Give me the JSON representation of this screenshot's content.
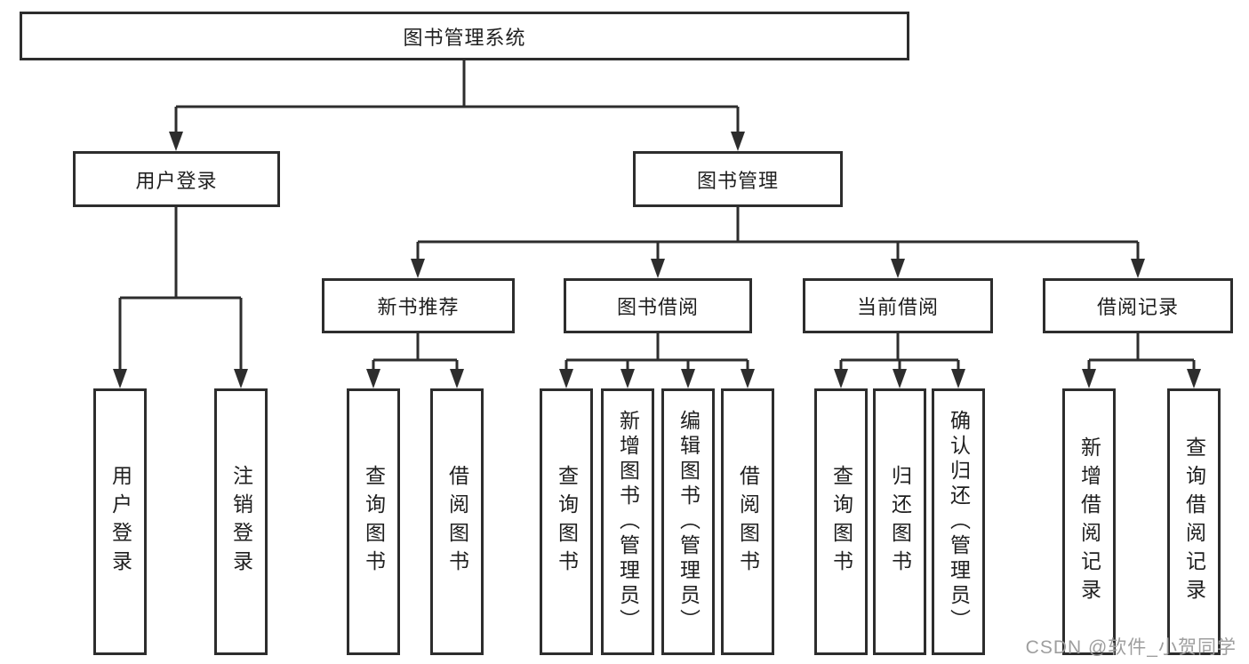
{
  "diagram": {
    "root": "图书管理系统",
    "branches": [
      {
        "label": "用户登录",
        "children": [
          "用户登录",
          "注销登录"
        ]
      },
      {
        "label": "图书管理"
      }
    ],
    "modules": [
      {
        "label": "新书推荐",
        "children": [
          "查询图书",
          "借阅图书"
        ]
      },
      {
        "label": "图书借阅",
        "children": [
          "查询图书",
          "新增图书（管理员）",
          "编辑图书（管理员）",
          "借阅图书"
        ]
      },
      {
        "label": "当前借阅",
        "children": [
          "查询图书",
          "归还图书",
          "确认归还（管理员）"
        ]
      },
      {
        "label": "借阅记录",
        "children": [
          "新增借阅记录",
          "查询借阅记录"
        ]
      }
    ]
  },
  "watermark": "CSDN @软件_小贺同学",
  "colors": {
    "line": "#2d2d2d",
    "text": "#1f1f1f",
    "watermark": "#9e9e9e",
    "background": "#ffffff"
  }
}
